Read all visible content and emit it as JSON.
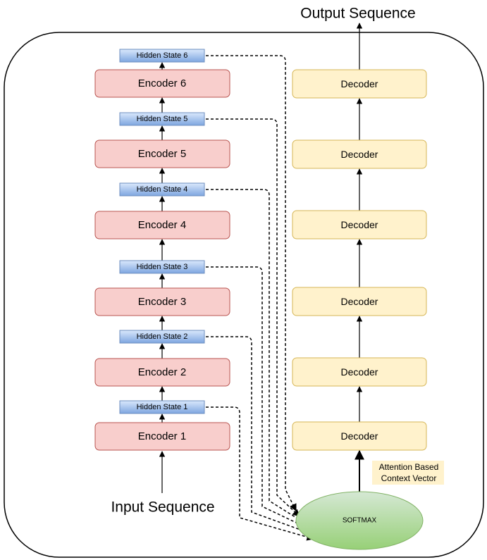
{
  "output_label": "Output Sequence",
  "input_label": "Input Sequence",
  "encoders": [
    "Encoder 1",
    "Encoder 2",
    "Encoder 3",
    "Encoder 4",
    "Encoder 5",
    "Encoder 6"
  ],
  "hidden_states": [
    "Hidden State 1",
    "Hidden State 2",
    "Hidden State 3",
    "Hidden State 4",
    "Hidden State 5",
    "Hidden State 6"
  ],
  "decoders": [
    "Decoder",
    "Decoder",
    "Decoder",
    "Decoder",
    "Decoder",
    "Decoder"
  ],
  "softmax_label": "SOFTMAX",
  "context_label": [
    "Attention Based",
    "Context Vector"
  ],
  "colors": {
    "encoder_fill": "#f8cecc",
    "encoder_stroke": "#b85450",
    "decoder_fill": "#fff2cc",
    "decoder_stroke": "#d6b656",
    "hidden_fill_top": "#dae8fc",
    "hidden_fill_bottom": "#7ea6e0",
    "hidden_stroke": "#6c8ebf",
    "softmax_fill_top": "#d5e8d4",
    "softmax_fill_bottom": "#97d077",
    "softmax_stroke": "#82b366",
    "context_bg": "#fff2cc"
  }
}
